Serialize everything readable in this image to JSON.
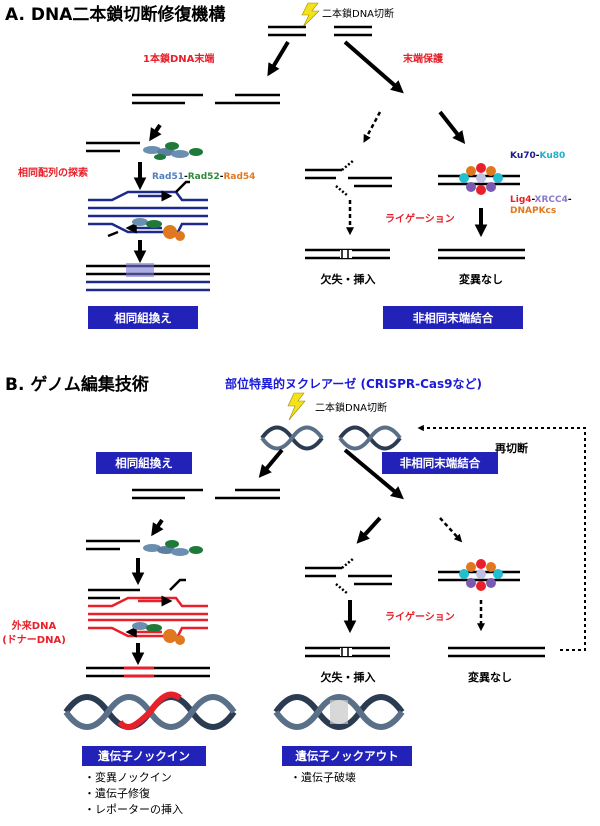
{
  "section_a": {
    "title": "A. DNA二本鎖切断修復機構",
    "dsb_label": "二本鎖DNA切断",
    "resection_label": "1本鎖DNA末端",
    "protection_label": "末端保護",
    "homology_search_label": "相同配列の探索",
    "rad_labels": {
      "rad51": "Rad51",
      "rad52": "Rad52",
      "rad54": "Rad54",
      "sep": "-"
    },
    "ku_labels": {
      "ku70": "Ku70",
      "ku80": "Ku80",
      "sep": "-"
    },
    "lig_labels": {
      "lig4": "Lig4",
      "xrcc4": "XRCC4",
      "dnapkcs": "DNAPKcs",
      "sep": "-"
    },
    "ligation_label": "ライゲーション",
    "indel_label": "欠失・挿入",
    "no_change_label": "変異なし",
    "hr_box": "相同組換え",
    "nhej_box": "非相同末端結合"
  },
  "section_b": {
    "title": "B. ゲノム編集技術",
    "nuclease_label": "部位特異的ヌクレアーゼ (CRISPR-Cas9など)",
    "dsb_label": "二本鎖DNA切断",
    "recut_label": "再切断",
    "hr_box": "相同組換え",
    "nhej_box": "非相同末端結合",
    "donor_label_1": "外来DNA",
    "donor_label_2": "(ドナーDNA)",
    "ligation_label": "ライゲーション",
    "indel_label": "欠失・挿入",
    "no_change_label": "変異なし",
    "knockin_box": "遺伝子ノックイン",
    "knockout_box": "遺伝子ノックアウト",
    "knockin_bullets": [
      "・変異ノックイン",
      "・遺伝子修復",
      "・レポーターの挿入"
    ],
    "knockout_bullets": [
      "・遺伝子破壊"
    ]
  },
  "colors": {
    "box_blue": "#2222b8",
    "red_text": "#e8202a",
    "navy_strand": "#1e2a8a",
    "red_strand": "#e8202a",
    "lightning": "#f2e21a",
    "dna_dark": "#2b3c52"
  }
}
